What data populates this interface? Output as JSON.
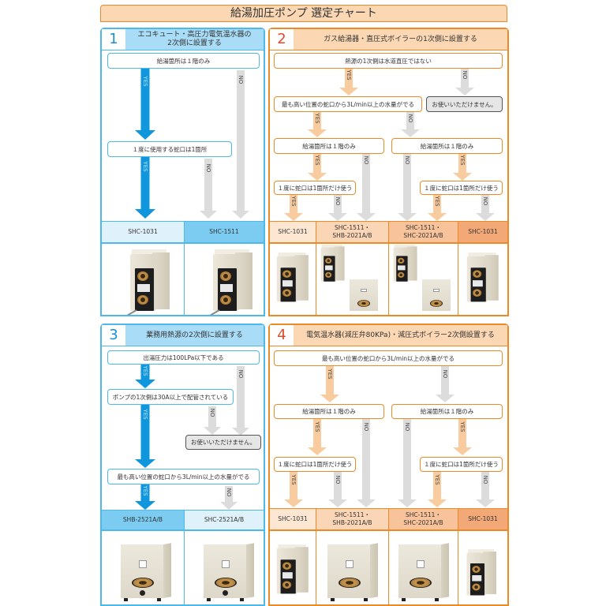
{
  "title": "給湯加圧ポンプ 選定チャート",
  "colors": {
    "blue_border": "#4db8ea",
    "blue_arrow": "#0f96dc",
    "orange_border": "#ec8a27",
    "orange_arrow": "#f9cc9f",
    "gray_arrow": "#dcdcdc"
  },
  "panel1": {
    "num": "1",
    "title_line1": "エコキュート・高圧力電気温水器の",
    "title_line2": "2次側に設置する",
    "q1": "給湯箇所は１階のみ",
    "q2": "１度に使用する蛇口は1箇所",
    "yes": "YES",
    "no": "NO",
    "products": [
      "SHC-1031",
      "SHC-1511"
    ]
  },
  "panel2": {
    "num": "2",
    "title": "ガス給湯器・直圧式ボイラーの1次側に設置する",
    "q1": "熱源の1次側は水道直圧ではない",
    "q2": "最も高い位置の蛇口から3L/min以上の水量がでる",
    "ng": "お使いいただけません。",
    "q3a": "給湯箇所は１階のみ",
    "q3b": "給湯箇所は１階のみ",
    "q4a": "１度に蛇口は1箇所だけ使う",
    "q4b": "１度に蛇口は1箇所だけ使う",
    "yes": "YES",
    "no": "NO",
    "products": [
      {
        "line1": "SHC-1031",
        "line2": ""
      },
      {
        "line1": "SHC-1511・",
        "line2": "SHB-2021A/B"
      },
      {
        "line1": "SHC-1511・",
        "line2": "SHC-2021A/B"
      },
      {
        "line1": "SHC-1031",
        "line2": ""
      }
    ]
  },
  "panel3": {
    "num": "3",
    "title": "業務用熱源の2次側に設置する",
    "q1": "出湯圧力は100LPa以下である",
    "q2": "ポンプの1次側は30A以上で配管されている",
    "ng": "お使いいただけません。",
    "q3": "最も高い位置の蛇口から3L/min以上の水量がでる",
    "yes": "YES",
    "no": "NO",
    "products": [
      "SHB-2521A/B",
      "SHC-2521A/B"
    ]
  },
  "panel4": {
    "num": "4",
    "title": "電気温水器(減圧弁80KPa)・減圧式ボイラー2次側設置する",
    "q1": "最も高い位置の蛇口から3L/min以上の水量がでる",
    "q2a": "給湯箇所は１階のみ",
    "q2b": "給湯箇所は１階のみ",
    "q3a": "１度に蛇口は1箇所だけ使う",
    "q3b": "１度に蛇口は1箇所だけ使う",
    "yes": "YES",
    "no": "NO",
    "products": [
      {
        "line1": "SHC-1031",
        "line2": ""
      },
      {
        "line1": "SHC-1511・",
        "line2": "SHB-2021A/B"
      },
      {
        "line1": "SHC-1511・",
        "line2": "SHC-2021A/B"
      },
      {
        "line1": "SHC-1031",
        "line2": ""
      }
    ]
  }
}
